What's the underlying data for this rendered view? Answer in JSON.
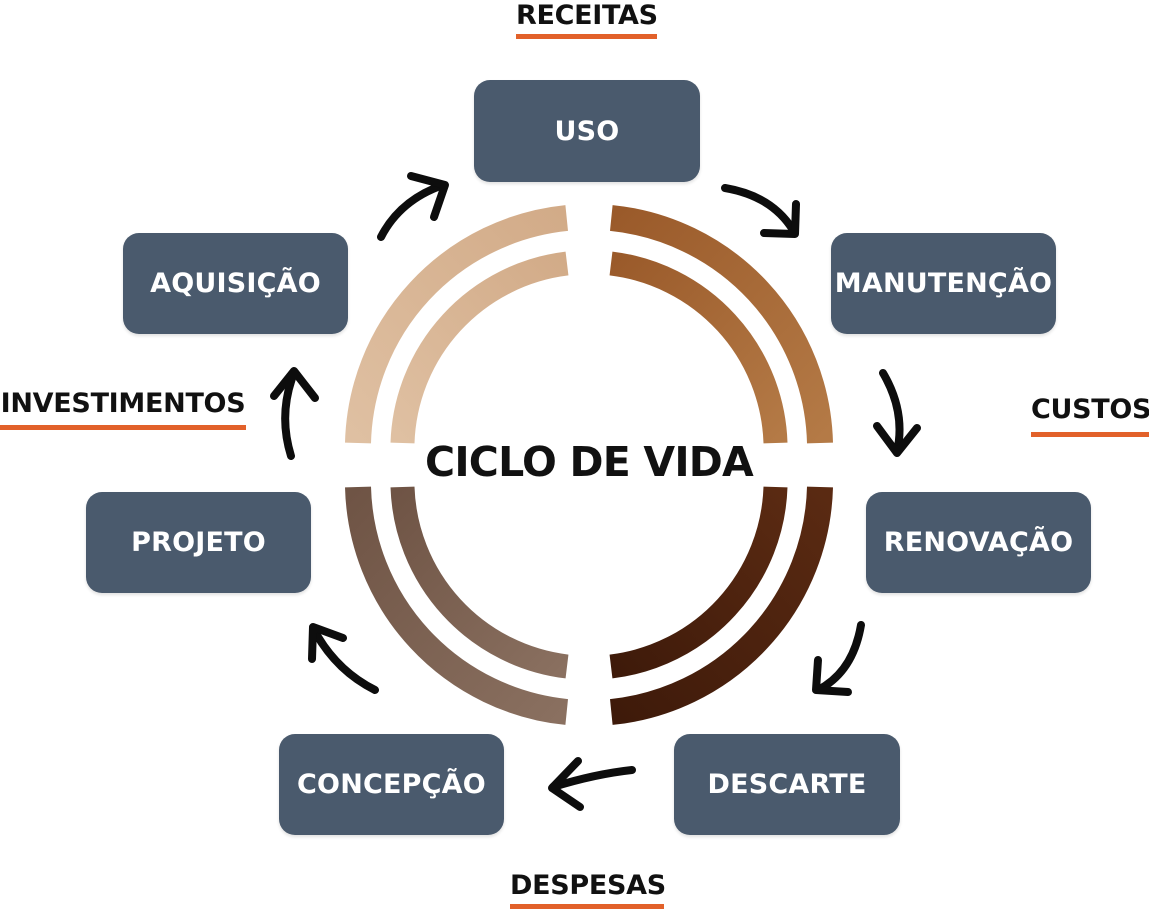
{
  "center": {
    "title": "CICLO DE VIDA"
  },
  "stages": {
    "uso": "USO",
    "manutencao": "MANUTENÇÃO",
    "renovacao": "RENOVAÇÃO",
    "descarte": "DESCARTE",
    "concepcao": "CONCEPÇÃO",
    "projeto": "PROJETO",
    "aquisicao": "AQUISIÇÃO"
  },
  "categories": {
    "receitas": "RECEITAS",
    "custos": "CUSTOS",
    "despesas": "DESPESAS",
    "investimentos": "INVESTIMENTOS"
  },
  "colors": {
    "box": "#4a5a6d",
    "underline": "#e2612a",
    "arc_top_left": "#d9b595",
    "arc_top_right": "#a0622e",
    "arc_bottom_right": "#4e2210",
    "arc_bottom_left": "#7e6352"
  }
}
